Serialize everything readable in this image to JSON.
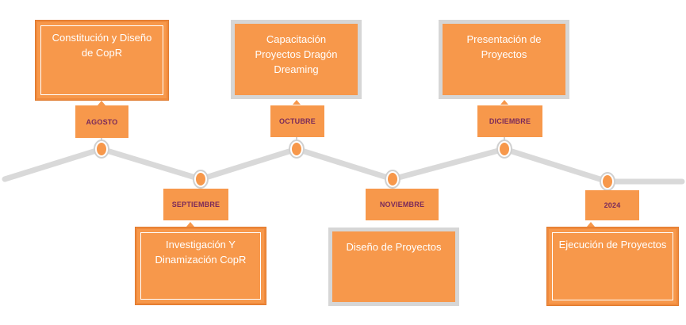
{
  "milestones": [
    {
      "month": "AGOSTO",
      "text": "Constitución y Diseño de CopR"
    },
    {
      "month": "SEPTIEMBRE",
      "text": "Investigación Y Dinamización CopR"
    },
    {
      "month": "OCTUBRE",
      "text": "Capacitación Proyectos Dragón Dreaming"
    },
    {
      "month": "NOVIEMBRE",
      "text": "Diseño de Proyectos"
    },
    {
      "month": "DICIEMBRE",
      "text": "Presentación de Proyectos"
    },
    {
      "month": "2024",
      "text": "Ejecución de Proyectos"
    }
  ],
  "colors": {
    "box": "#f7984b",
    "line": "#d9d9d9",
    "month_text": "#7a2a5a",
    "node_ring": "#d0d0d0"
  }
}
